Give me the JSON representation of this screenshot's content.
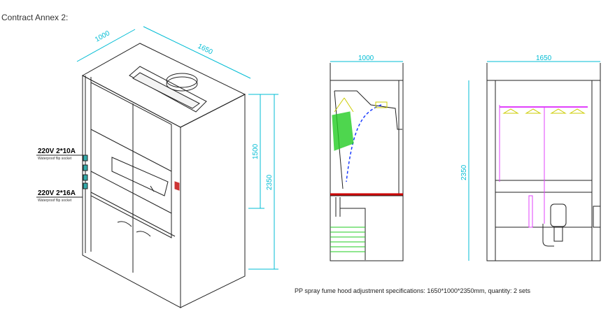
{
  "title": "Contract Annex 2:",
  "isometric": {
    "dim_depth": "1000",
    "dim_width": "1650",
    "dim_mid_height": "1500",
    "dim_total_height": "2350",
    "socket_top_label": "220V  2*10A",
    "socket_top_sub": "Waterproof flip socket",
    "socket_bottom_label": "220V  2*16A",
    "socket_bottom_sub": "Waterproof flip socket"
  },
  "side_view": {
    "dim_depth": "1000"
  },
  "front_view": {
    "dim_width": "1650",
    "dim_height": "2350"
  },
  "caption": "PP spray fume hood adjustment specifications: 1650*1000*2350mm, quantity: 2 sets",
  "colors": {
    "dimension": "#00bcd4",
    "spray": "#e040fb",
    "green": "#22cc22",
    "red": "#cc0000",
    "blue": "#1a3cff"
  }
}
